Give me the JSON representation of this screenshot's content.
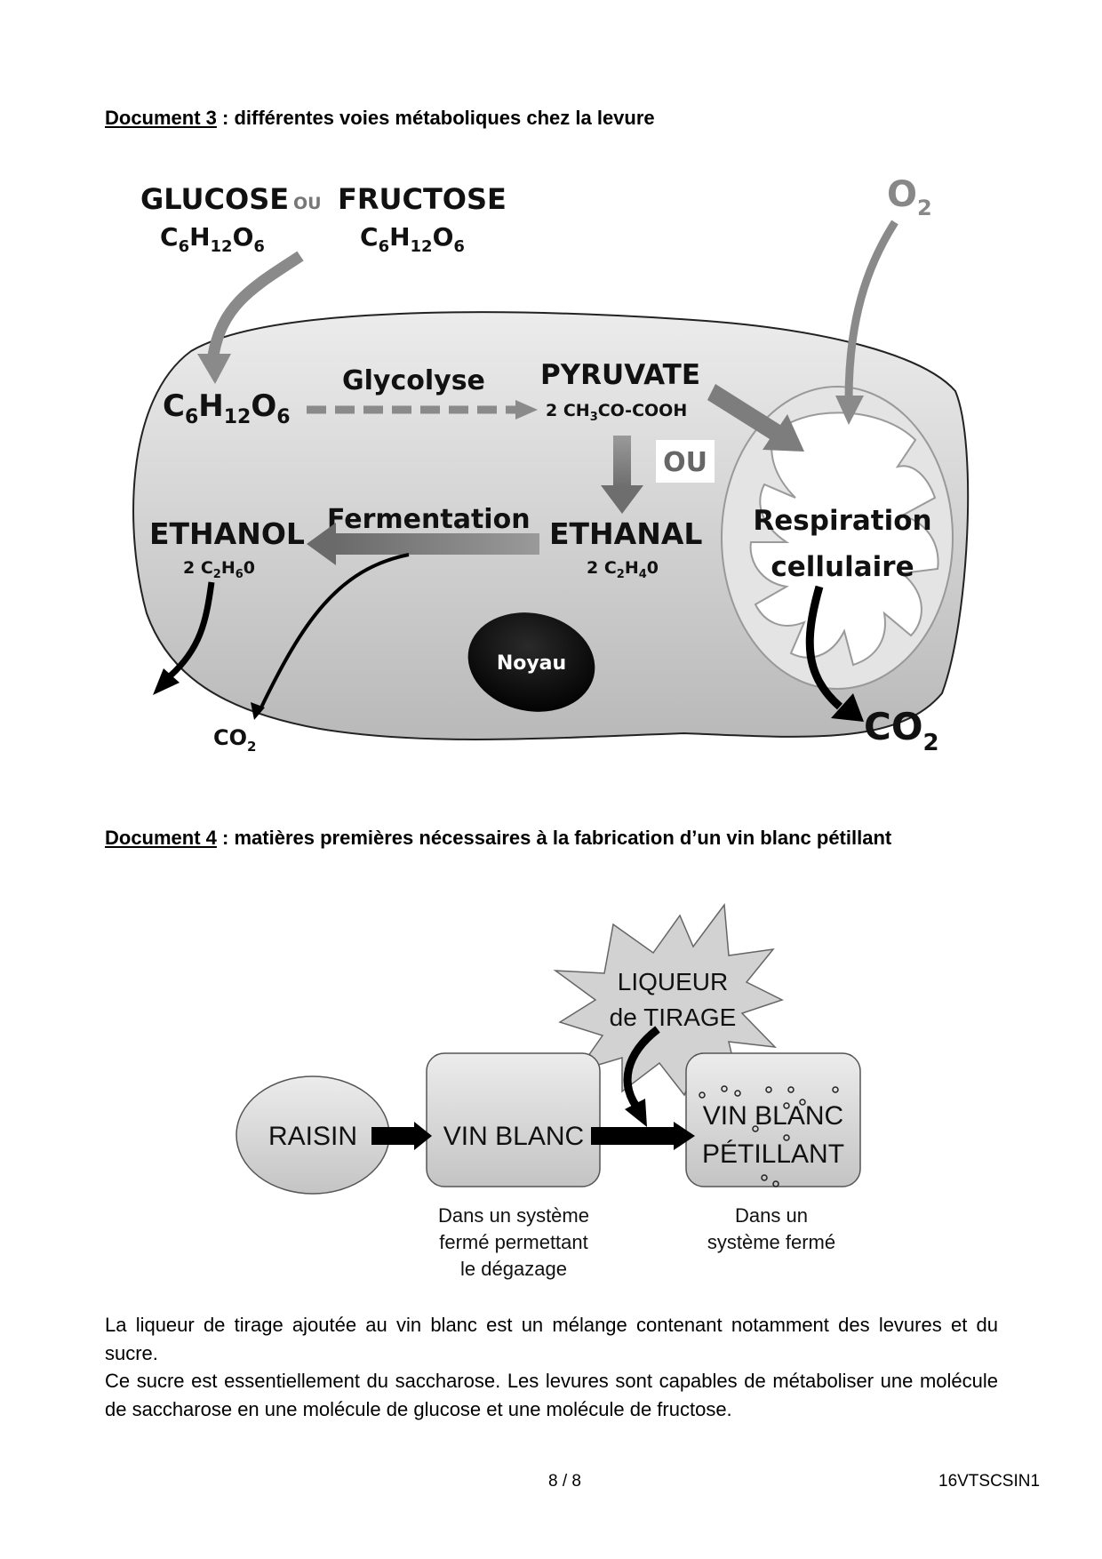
{
  "document3": {
    "heading_label": "Document 3",
    "heading_rest": " : différentes voies métaboliques chez la levure",
    "diagram": {
      "glucose": "GLUCOSE",
      "ou_small": "OU",
      "fructose": "FRUCTOSE",
      "formula_c": "C",
      "formula_sub6": "6",
      "formula_h": "H",
      "formula_sub12": "12",
      "formula_o": "O",
      "glycolyse": "Glycolyse",
      "pyruvate": "PYRUVATE",
      "pyruvate_formula_a": "2 CH",
      "pyruvate_formula_sub": "3",
      "pyruvate_formula_b": "CO-COOH",
      "ou_box": "OU",
      "ethanal": "ETHANAL",
      "ethanal_formula_a": "2 C",
      "ethanal_formula_sub2": "2",
      "ethanal_formula_h": "H",
      "ethanal_formula_sub4": "4",
      "ethanal_formula_o": "0",
      "fermentation": "Fermentation",
      "ethanol": "ETHANOL",
      "ethanol_formula_sub6": "6",
      "respiration_line1": "Respiration",
      "respiration_line2": "cellulaire",
      "noyau": "Noyau",
      "co2": "CO",
      "sub2": "2",
      "o2": "O"
    }
  },
  "document4": {
    "heading_label": "Document 4",
    "heading_rest": " : matières premières nécessaires à la fabrication d’un vin blanc pétillant",
    "diagram": {
      "raisin": "RAISIN",
      "vin_blanc": "VIN BLANC",
      "liqueur_line1": "LIQUEUR",
      "liqueur_line2": "de TIRAGE",
      "petillant_line1": "VIN BLANC",
      "petillant_line2": "PÉTILLANT",
      "caption_left_1": "Dans un système",
      "caption_left_2": "fermé permettant",
      "caption_left_3": "le dégazage",
      "caption_right_1": "Dans un",
      "caption_right_2": "système fermé"
    },
    "paragraph1": "La liqueur de tirage ajoutée au vin blanc est un mélange contenant notamment des levures et du sucre.",
    "paragraph2": "Ce sucre est essentiellement du saccharose. Les levures sont capables de métaboliser une molécule de saccharose en une molécule de glucose et une molécule de fructose."
  },
  "footer": {
    "page_number": "8 / 8",
    "doc_code": "16VTSCSIN1"
  },
  "colors": {
    "cell_fill_top": "#e6e6e6",
    "cell_fill_bottom": "#bdbdbd",
    "arrow_gray": "#8a8a8a",
    "nucleus": "#0a0a0a"
  }
}
